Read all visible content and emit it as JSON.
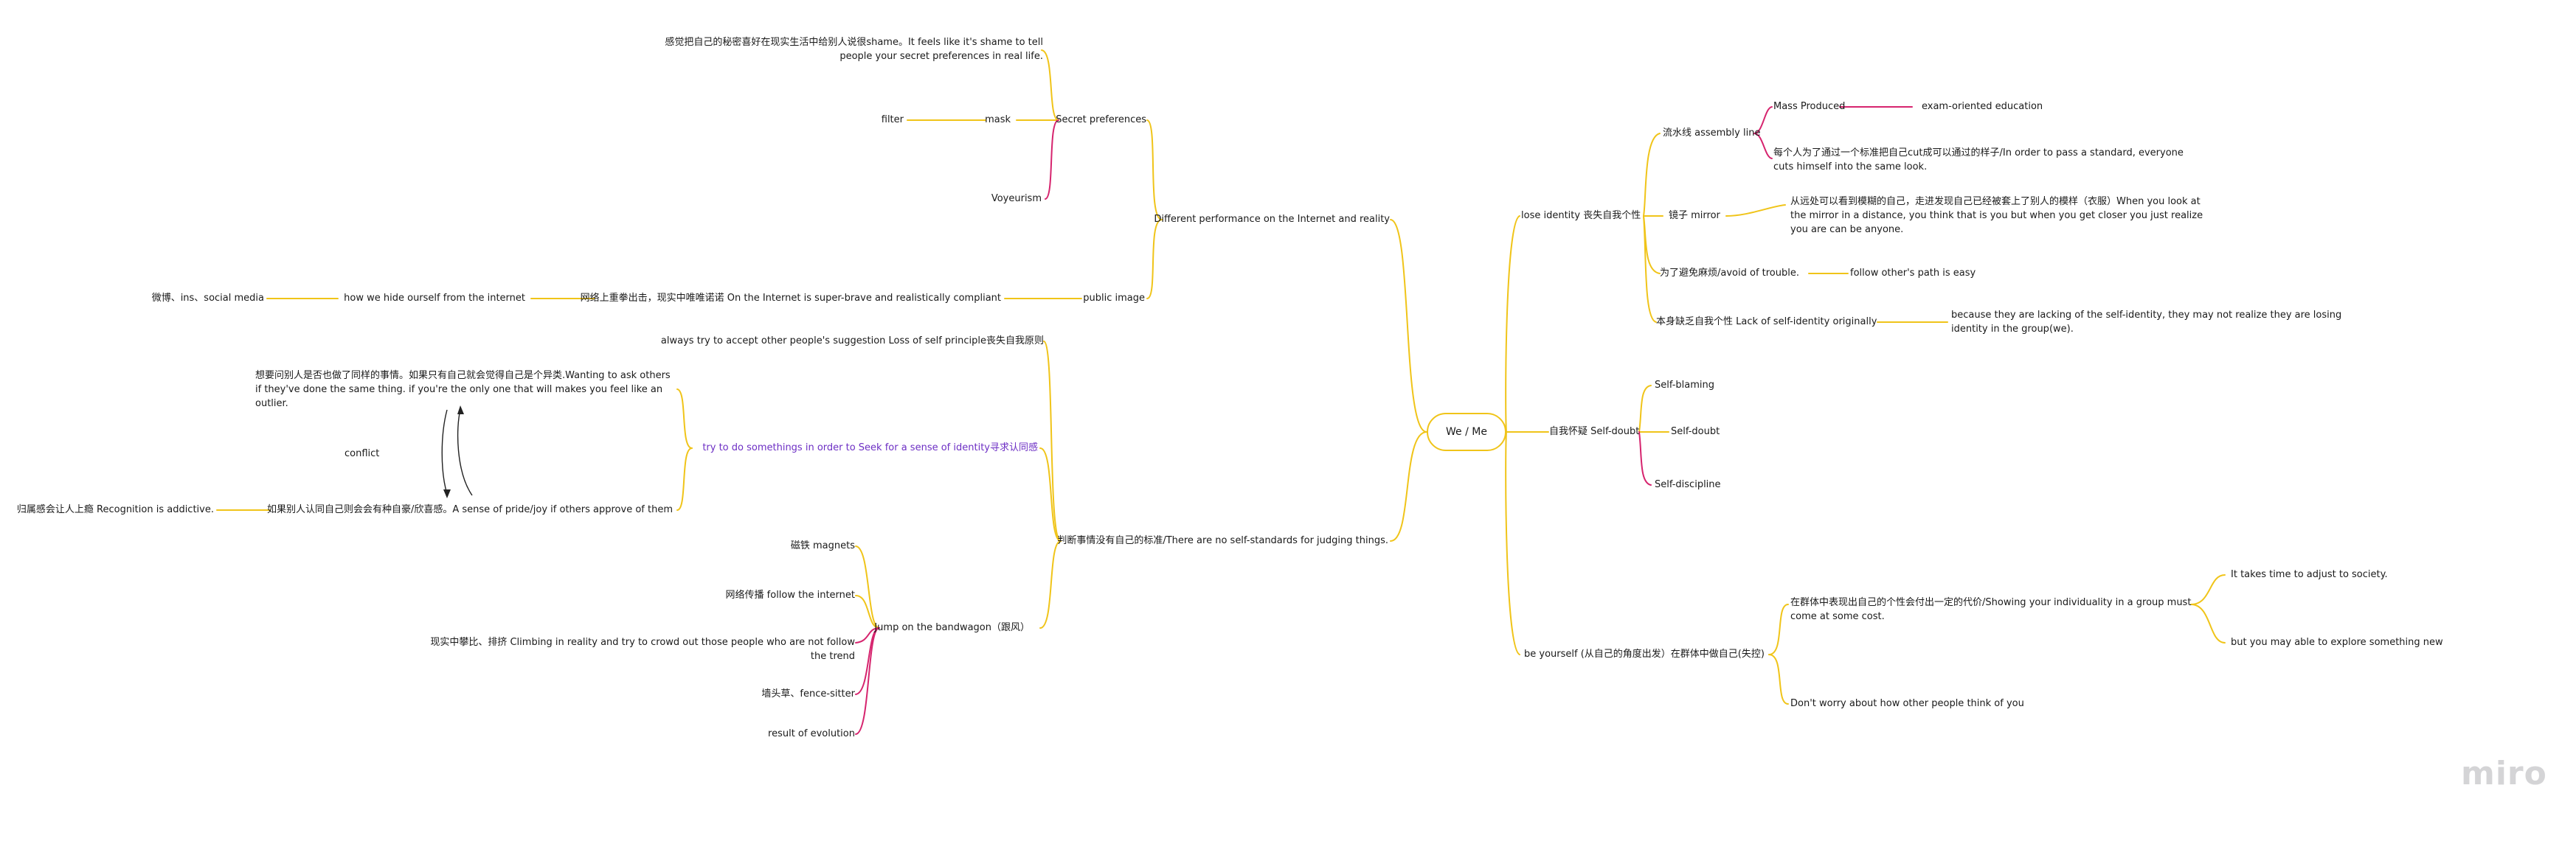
{
  "center": "We / Me",
  "right": {
    "lose_identity": "lose identity 丧失自我个性",
    "assembly_line": "流水线 assembly line",
    "mass_produced": "Mass Produced",
    "exam_education": "exam-oriented education",
    "standard_cut": "每个人为了通过一个标准把自己cut成可以通过的样子/In order to pass a standard, everyone cuts himself into the same look.",
    "mirror": "镜子 mirror",
    "mirror_desc": "从远处可以看到模糊的自己，走进发现自己已经被套上了别人的模样（衣服）When you look at the mirror in a distance,  you think that is you but when you get closer you just realize you are can be anyone.",
    "avoid_trouble": "为了避免麻烦/avoid of trouble.",
    "follow_path": "follow other's path is easy",
    "lack_identity": "本身缺乏自我个性  Lack of self-identity originally",
    "lack_identity_desc": "because they are lacking of the self-identity, they may not realize they are losing identity in the group(we).",
    "self_doubt_root": "自我怀疑 Self-doubt",
    "self_blaming": "Self-blaming",
    "self_doubt": "Self-doubt",
    "self_discipline": "Self-discipline",
    "be_yourself": "be yourself (从自己的角度出发）在群体中做自己(失控)",
    "individuality": "在群体中表现出自己的个性会付出一定的代价/Showing your individuality in a group must come at some cost.",
    "adjust": "It takes time to adjust to society.",
    "explore": "but you may able to explore something new",
    "dont_worry": "Don't worry about how other people think of you"
  },
  "left": {
    "different_performance": "Different performance on the Internet and reality",
    "secret_preferences": "Secret preferences",
    "shame": "感觉把自己的秘密喜好在现实生活中给别人说很shame。It feels like it's shame to tell people your secret preferences in real life.",
    "mask": "mask",
    "filter": "filter",
    "voyeurism": "Voyeurism",
    "public_image": "public image",
    "brave_compliant": "网络上重拳出击，现实中唯唯诺诺 On the Internet is super-brave and realistically compliant",
    "hide_ourself": "how we hide ourself from the internet",
    "weibo": "微博、ins、social media",
    "no_standards": "判断事情没有自己的标准/There are no self-standards for judging things.",
    "accept_suggestion": "always try to accept other people's suggestion  Loss of self principle丧失自我原则",
    "seek_identity": "try to do somethings in order to Seek for a sense of  identity寻求认同感",
    "ask_others": "想要问别人是否也做了同样的事情。如果只有自己就会觉得自己是个异类.Wanting to ask others if they've done the same thing. if you're the only one that will makes you feel like an outlier.",
    "conflict": "conflict",
    "pride_joy": "如果别人认同自己则会会有种自豪/欣喜感。A sense of pride/joy if others approve of them",
    "recognition_addictive": "归属感会让人上瘾 Recognition is addictive.",
    "bandwagon": "Jump on the bandwagon（跟风）",
    "magnets": "磁铁 magnets",
    "follow_internet": "网络传播 follow the internet",
    "climbing": "现实中攀比、排挤 Climbing in reality and try to crowd out those people who are not follow the trend",
    "fence_sitter": "墙头草、fence-sitter",
    "evolution": "result of evolution"
  },
  "logo": "miro",
  "colors": {
    "main_branch": "#f0c419",
    "accent_branch": "#d6246e",
    "purple_text": "#6d2fc4"
  }
}
